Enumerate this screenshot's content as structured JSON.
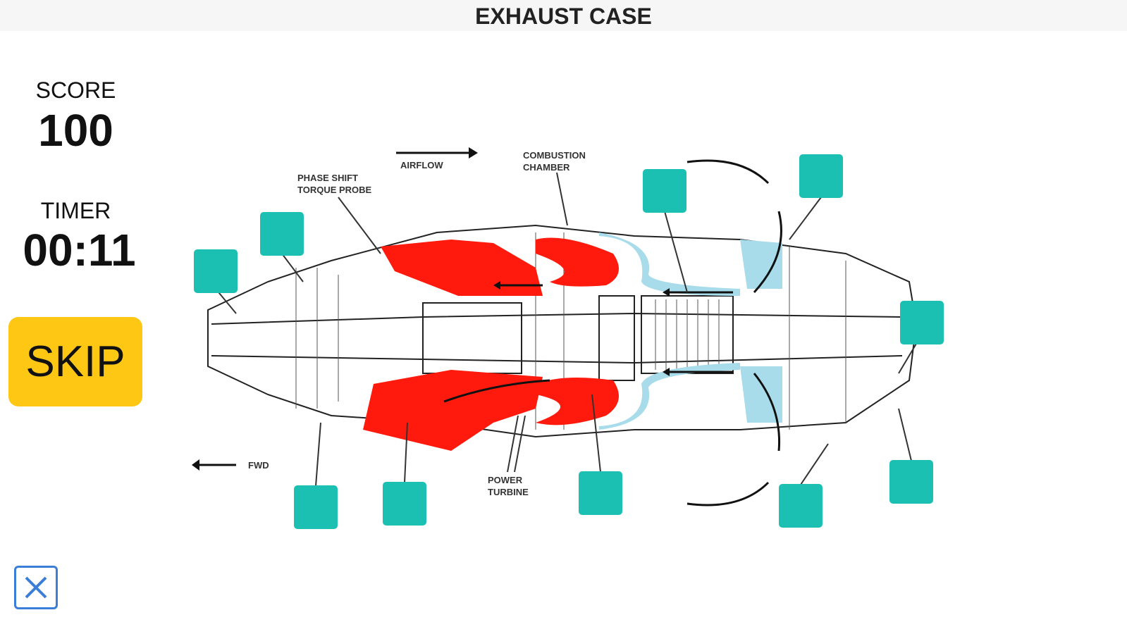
{
  "header": {
    "title": "EXHAUST CASE"
  },
  "sidebar": {
    "score_label": "SCORE",
    "score": "100",
    "timer_label": "TIMER",
    "timer": "00:11",
    "skip_label": "SKIP"
  },
  "diagram": {
    "labels": {
      "airflow": "AIRFLOW",
      "combustion": "COMBUSTION CHAMBER",
      "phase_shift": "PHASE SHIFT TORQUE PROBE",
      "fwd": "FWD",
      "power_turbine": "POWER TURBINE"
    },
    "highlight_color": "#ff1a0d",
    "secondary_color": "#a8dcea",
    "target_color": "#1cc0b3",
    "target_count": 10
  },
  "icons": {
    "close": "close-icon"
  }
}
